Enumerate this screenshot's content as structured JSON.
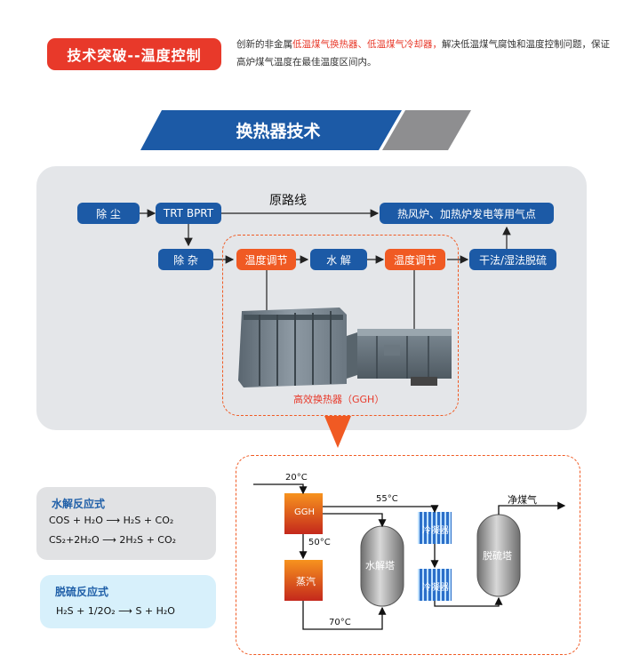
{
  "header": {
    "badge": "技术突破--温度控制",
    "intro_prefix": "创新的非金属",
    "intro_highlight": "低温煤气换热器、低温煤气冷却器，",
    "intro_suffix": "解决低温煤气腐蚀和温度控制问题，保证高炉煤气温度在最佳温度区间内。"
  },
  "banner": {
    "title": "换热器技术"
  },
  "flow": {
    "dust": "除 尘",
    "trt": "TRT BPRT",
    "route_label": "原路线",
    "target": "热风炉、加热炉发电等用气点",
    "impurity": "除 杂",
    "temp1": "温度调节",
    "hydrolysis": "水 解",
    "temp2": "温度调节",
    "desulf": "干法/湿法脱硫",
    "ggh_caption": "高效换热器（GGH）"
  },
  "process": {
    "in_temp": "20°C",
    "ggh": "GGH",
    "t55": "55°C",
    "clean_gas": "净煤气",
    "t50": "50°C",
    "steam": "蒸汽",
    "t70": "70°C",
    "hydro_tower": "水解塔",
    "cooler1": "冷凝器",
    "cooler2": "冷凝器",
    "desulf_tower": "脱硫塔"
  },
  "reactions": {
    "hydro_title": "水解反应式",
    "hydro_eq1_l": "COS + H₂O",
    "hydro_eq1_r": "H₂S + CO₂",
    "hydro_eq2_l": "CS₂+2H₂O",
    "hydro_eq2_r": "2H₂S + CO₂",
    "desulf_title": "脱硫反应式",
    "desulf_eq_l": "H₂S + 1/2O₂",
    "desulf_eq_r": "S + H₂O"
  },
  "colors": {
    "accent_red": "#e8392a",
    "brand_blue": "#1c5aa6",
    "orange": "#f05a23",
    "panel_grey": "#e4e6e9",
    "hydro_title_blue": "#1f5fa8",
    "desulf_panel": "#d7f0fb"
  }
}
